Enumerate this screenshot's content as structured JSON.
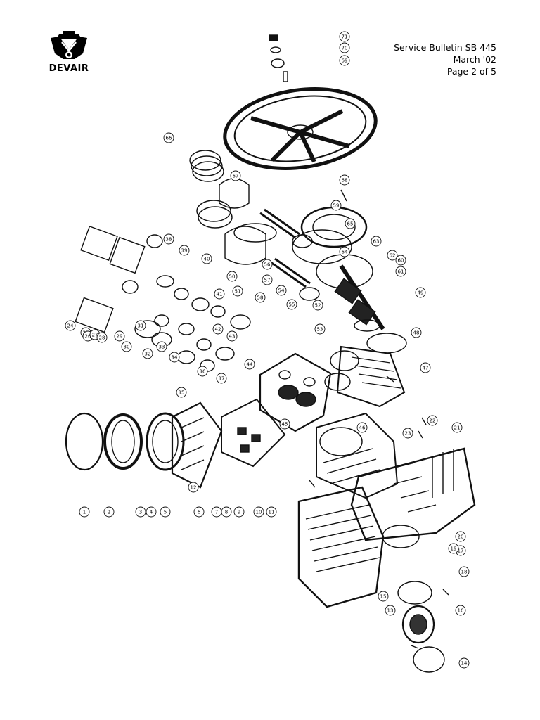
{
  "header": {
    "logo_text": "DEVAIR",
    "bulletin_title": "Service Bulletin SB 445",
    "date": "March '02",
    "page": "Page 2 of 5"
  },
  "diagram": {
    "callouts": [
      "1",
      "2",
      "3",
      "4",
      "5",
      "6",
      "7",
      "8",
      "9",
      "10",
      "11",
      "12",
      "13",
      "14",
      "15",
      "16",
      "17",
      "18",
      "19",
      "20",
      "21",
      "22",
      "23",
      "24",
      "25",
      "26",
      "27",
      "28",
      "29",
      "30",
      "31",
      "32",
      "33",
      "34",
      "35",
      "36",
      "37",
      "38",
      "39",
      "40",
      "41",
      "42",
      "43",
      "44",
      "45",
      "46",
      "47",
      "48",
      "49",
      "50",
      "51",
      "52",
      "53",
      "54",
      "55",
      "56",
      "57",
      "58",
      "59",
      "60",
      "61",
      "62",
      "63",
      "64",
      "65",
      "66",
      "67",
      "68",
      "69",
      "70",
      "71"
    ]
  }
}
